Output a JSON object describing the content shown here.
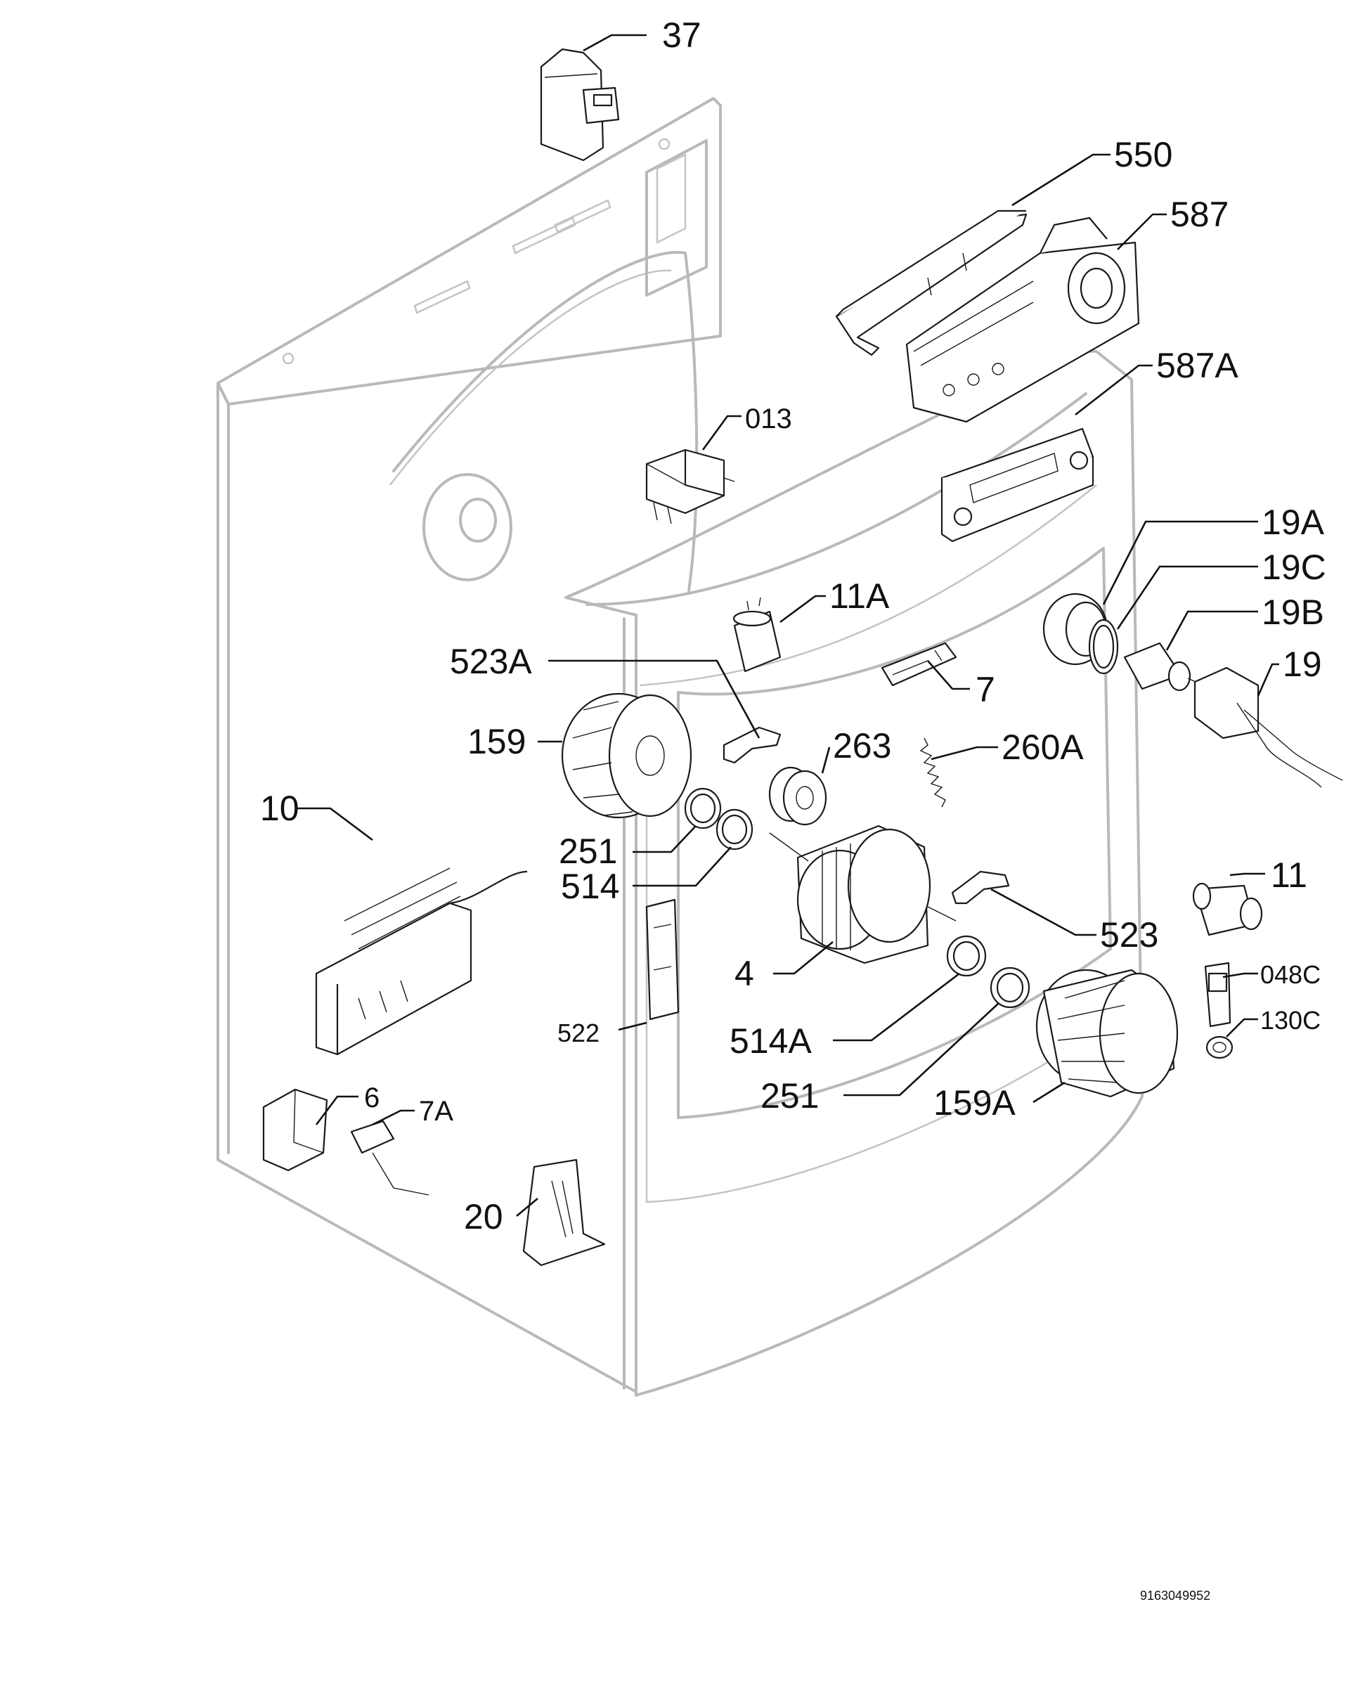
{
  "diagram": {
    "labels": {
      "p37": "37",
      "p550": "550",
      "p587": "587",
      "p587A": "587A",
      "p013": "013",
      "p19A": "19A",
      "p19C": "19C",
      "p19B": "19B",
      "p19": "19",
      "p11A": "11A",
      "p523A": "523A",
      "p7": "7",
      "p159": "159",
      "p263": "263",
      "p260A": "260A",
      "p10": "10",
      "p251a": "251",
      "p514": "514",
      "p11": "11",
      "p523": "523",
      "p4": "4",
      "p048C": "048C",
      "p130C": "130C",
      "p522": "522",
      "p514A": "514A",
      "p251b": "251",
      "p159A": "159A",
      "p6": "6",
      "p7A": "7A",
      "p20": "20"
    },
    "drawing_code": "9163049952"
  }
}
